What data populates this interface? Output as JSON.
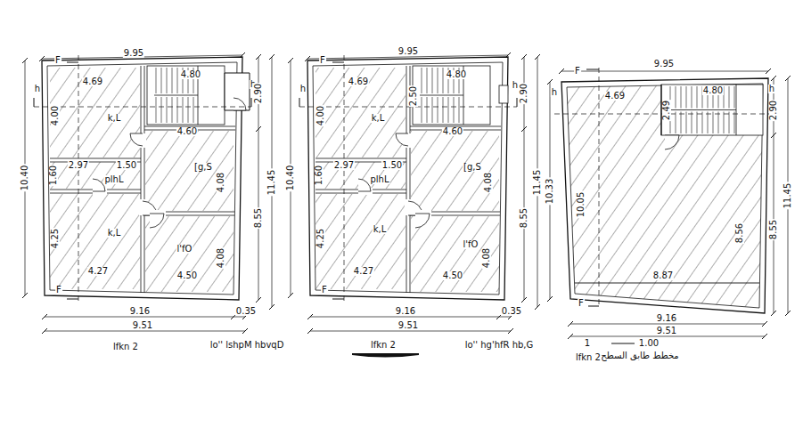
{
  "diagram": {
    "labels": [
      "9.95",
      "F",
      "F",
      "h",
      "h",
      "4.69",
      "4.80",
      "4.00",
      "2.90",
      "k,L",
      "4.60",
      "2.97",
      "1.50",
      "1.60",
      "plhL",
      "[g,S",
      "4.08",
      "4.25",
      "k,L",
      "l'fO",
      "4.08",
      "4.27",
      "4.50",
      "10.40",
      "8.55",
      "11.45",
      "9.16",
      "0.35",
      "9.51",
      "lfkn 2",
      "lo'' lshpM hbvqD",
      "9.95",
      "F",
      "F",
      "h",
      "h",
      "4.69",
      "4.80",
      "2.50",
      "2.90",
      "4.00",
      "k,L",
      "4.60",
      "2.97",
      "1.50",
      "1.60",
      "plhL",
      "[g,S",
      "4.08",
      "4.25",
      "k,L",
      "l'fO",
      "4.08",
      "4.27",
      "4.50",
      "10.40",
      "8.55",
      "11.45",
      "9.16",
      "0.35",
      "9.51",
      "lfkn 2",
      "lo'' hg'hfR hb,G",
      "9.95",
      "F",
      "F",
      "h",
      "h",
      "4.69",
      "4.80",
      "2.49",
      "2.90",
      "10.33",
      "10.05",
      "8.56",
      "8.55",
      "11.45",
      "8.87",
      "9.16",
      "9.51",
      "1",
      "1.00",
      "مخطط طابق السطح",
      "lfkn 2"
    ]
  }
}
